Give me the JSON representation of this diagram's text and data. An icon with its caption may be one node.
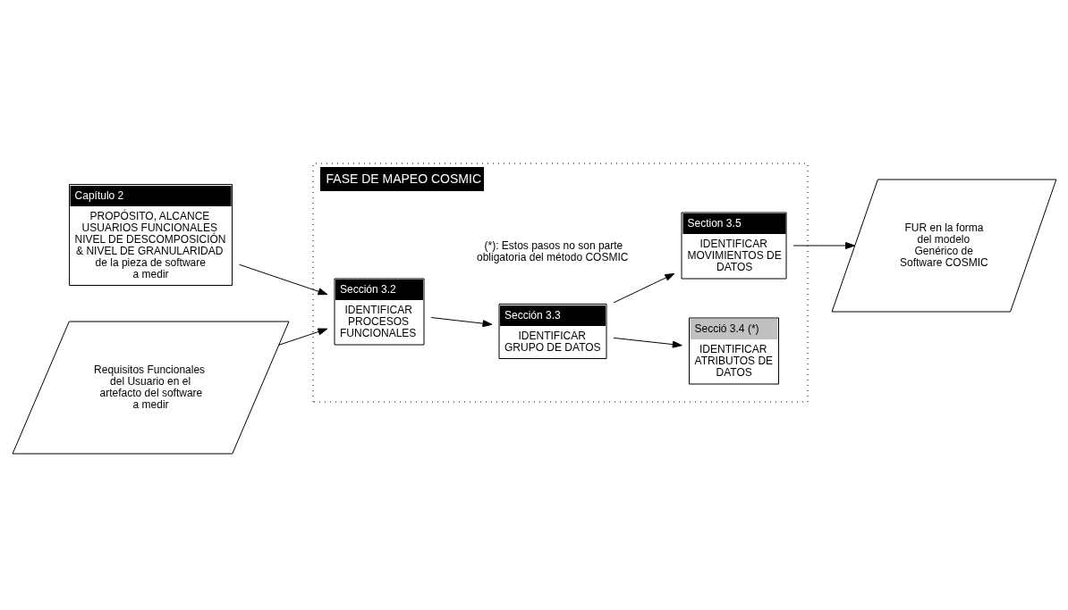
{
  "diagram": {
    "nodes": [
      {
        "text": [
          "FASE DE MAPEO COSMIC"
        ]
      },
      {
        "text": [
          "Capítulo 2",
          "PROPÓSITO, ALCANCE USUARIOS FUNCIONALES NIVEL DE DESCOMPOSICIÓN & NIVEL DE GRANULARIDAD de la pieza de software a medir"
        ]
      },
      {
        "text": [
          "Requisitos Funcionales del Usuario en el artefacto del software a medir"
        ]
      },
      {
        "text": [
          "Sección 3.2",
          "IDENTIFICAR PROCESOS FUNCIONALES"
        ],
        "in": 0
      },
      {
        "text": [
          "Sección 3.3",
          "IDENTIFICAR GRUPO DE DATOS"
        ],
        "in": 0
      },
      {
        "text": [
          "Secció 3.4 (*)",
          "IDENTIFICAR ATRIBUTOS DE DATOS"
        ],
        "in": 0
      },
      {
        "text": [
          "Section 3.5",
          "IDENTIFICAR MOVIMIENTOS DE DATOS"
        ],
        "in": 0
      },
      {
        "text": [
          "FUR en la forma del modelo Genérico de Software COSMIC"
        ]
      }
    ],
    "edges": [
      {
        "from": 1,
        "to": 3,
        "arrow": "to"
      },
      {
        "from": 2,
        "to": 3,
        "arrow": "to"
      },
      {
        "from": 3,
        "to": 4,
        "arrow": "to"
      },
      {
        "from": 4,
        "to": 5,
        "arrow": "to"
      },
      {
        "from": 4,
        "to": 6,
        "arrow": "to"
      },
      {
        "from": 6,
        "to": 7,
        "arrow": "to"
      }
    ],
    "labels": [
      "(*): Estos pasos no son parte obligatoria del método COSMIC"
    ]
  }
}
